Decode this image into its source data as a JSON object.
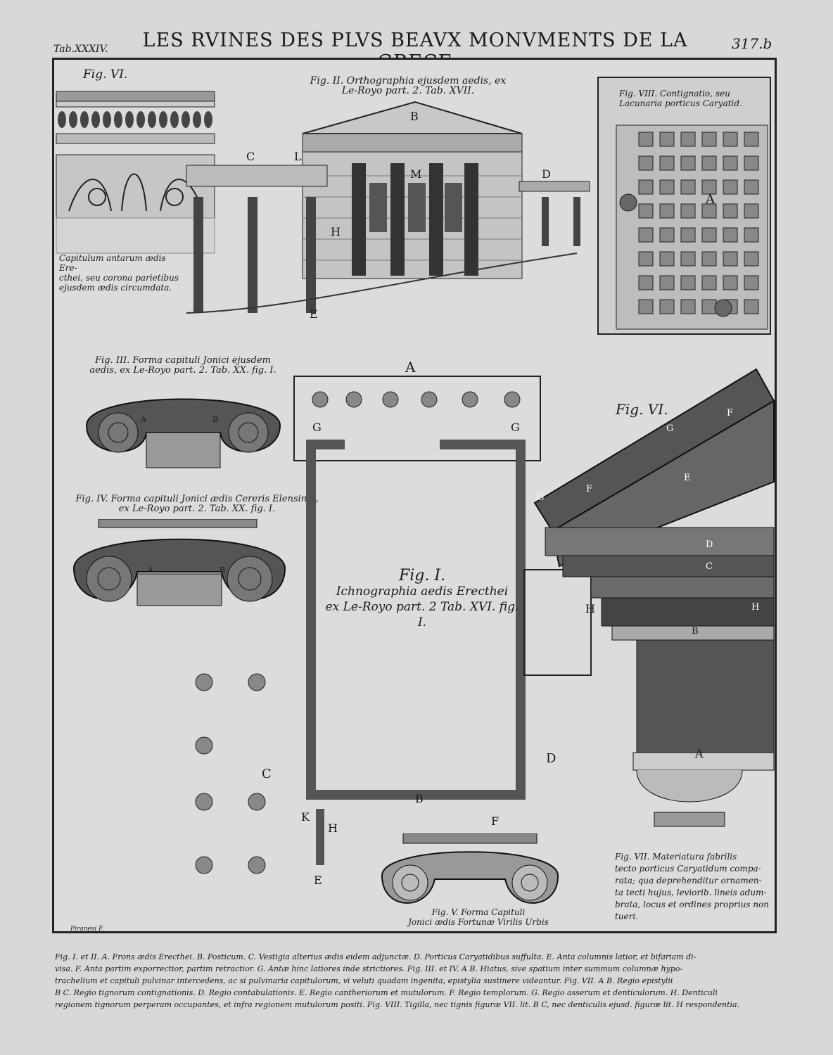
{
  "header": {
    "title": "LES RVINES DES PLVS BEAVX MONVMENTS DE LA GRECE",
    "tab": "Tab.XXXIV.",
    "page_number": "317.b"
  },
  "fig6_top": {
    "label": "Fig. VI.",
    "caption": [
      "Capitulum antarum ædis Ere-",
      "cthei, seu corona parietibus",
      "ejusdem ædis circumdata."
    ]
  },
  "fig2": {
    "caption": [
      "Fig. II. Orthographia ejusdem aedis, ex",
      "Le-Royo part. 2. Tab. XVII."
    ],
    "letters": {
      "b": "B",
      "c": "C",
      "l": "L",
      "m": "M",
      "d": "D",
      "h": "H",
      "e": "E"
    }
  },
  "fig8": {
    "caption": [
      "Fig. VIII. Contignatio, seu",
      "Lacunaria porticus Caryatid."
    ],
    "letter_a": "A"
  },
  "fig3": {
    "caption": [
      "Fig. III. Forma capituli Jonici ejusdem",
      "aedis, ex Le-Royo part. 2. Tab. XX. fig. I."
    ],
    "a": "A",
    "b": "B"
  },
  "fig4": {
    "caption": [
      "Fig. IV. Forma capituli Jonici ædis Cereris Elensinæ,",
      "ex Le-Royo part. 2. Tab. XX. fig. I."
    ],
    "a": "A",
    "b": "B"
  },
  "fig1": {
    "caption": [
      "Fig. I.",
      "Ichnographia aedis Erecthei",
      "ex Le-Royo part. 2 Tab. XVI. fig. I."
    ],
    "letters": {
      "a": "A",
      "g1": "G",
      "g2": "G",
      "b": "B",
      "c": "C",
      "d": "D",
      "k": "K",
      "h": "H",
      "f": "F",
      "e": "E"
    }
  },
  "fig5": {
    "caption": [
      "Fig. V. Forma Capituli",
      "Jonici ædis Fortunæ Virilis Urbis"
    ]
  },
  "fig6_right": {
    "label": "Fig. VI.",
    "letters": {
      "g1": "G",
      "f1": "F",
      "g2": "G",
      "f2": "F",
      "e": "E",
      "d": "D",
      "c": "C",
      "h1": "H",
      "h2": "H",
      "b": "B",
      "a": "A"
    }
  },
  "fig7": {
    "caption": [
      "Fig. VII. Materiatura fabrilis",
      "tecto porticus Caryatidum compa-",
      "rata; qua deprehenditur ornamen-",
      "ta tecti hujus, leviorib. lineis adum-",
      "brata, locus et ordines proprius non tueri."
    ]
  },
  "signature": "Piranesi F.",
  "legend": [
    "Fig. I. et II. A. Frons ædis Erecthei. B. Posticum. C. Vestigia alterius ædis eidem adjunctæ. D. Porticus Caryatidibus suffulta. E. Anta columnis latior, et bifariam di-",
    "visa. F. Anta partim exporrectior, partim retractior. G. Antæ hinc latiores inde strictiores.  Fig. III. et IV. A B. Hiatus, sive spatium inter summum columnæ hypo-",
    "trachelium et capituli pulvinar intercedens, ac si pulvinaria capitulorum, vi veluti quadam ingenita, epistylia sustinere videantur.  Fig. VII. A B. Regio epistylii",
    "B C. Regio tignorum contignationis. D. Regio contabulationis. E. Regio cantheriorum et mutulorum. F. Regio templorum. G. Regio asserum et denticulorum. H. Denticuli",
    "regionem tignorum perperam occupantes, et infra regionem mutulorum positi. Fig. VIII. Tigilla, nec tignis figuræ VII. lit. B C, nec denticulis ejusd. figuræ lit. H respondentia."
  ],
  "colors": {
    "ink": "#1a1a1a",
    "paper": "#dcdcdc",
    "hatch": "#555555"
  }
}
